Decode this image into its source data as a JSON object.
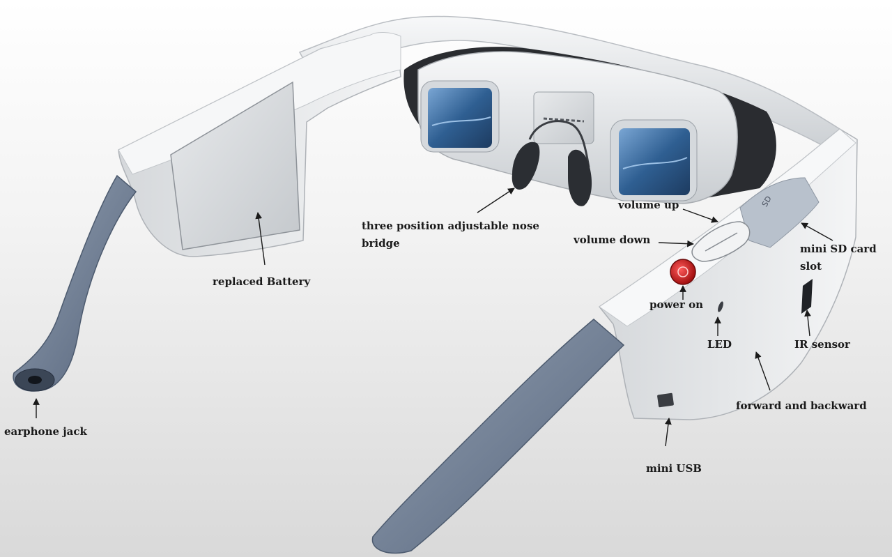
{
  "labels": {
    "nose_bridge_line1": "three position adjustable nose",
    "nose_bridge_line2": "bridge",
    "battery": "replaced Battery",
    "earphone_jack": "earphone jack",
    "volume_up": "volume up",
    "volume_down": "volume down",
    "mini_sd_line1": "mini SD card",
    "mini_sd_line2": "slot",
    "power_on": "power on",
    "led": "LED",
    "ir_sensor": "IR sensor",
    "forward_backward": "forward and backward",
    "mini_usb": "mini USB"
  },
  "device_markings": {
    "sd_slot_text": "SD"
  },
  "colors": {
    "shell": "#e6e8ea",
    "arm": "#6f7e92",
    "screen": "#2f5f92",
    "power_button": "#d21a1a",
    "label_text": "#1a1a1a"
  }
}
